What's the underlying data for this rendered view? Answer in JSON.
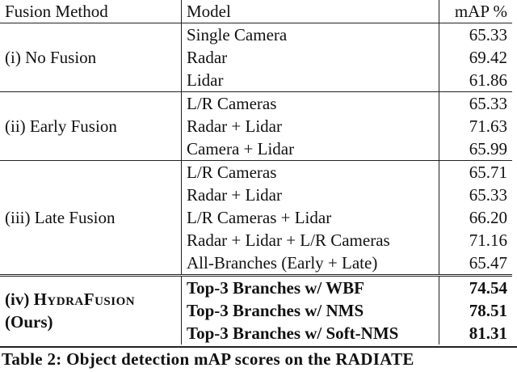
{
  "table": {
    "headers": {
      "fusion_method": "Fusion Method",
      "model": "Model",
      "map": "mAP %"
    },
    "groups": [
      {
        "label": "(i) No Fusion",
        "rows": [
          {
            "model": "Single Camera",
            "map": "65.33"
          },
          {
            "model": "Radar",
            "map": "69.42"
          },
          {
            "model": "Lidar",
            "map": "61.86"
          }
        ]
      },
      {
        "label": "(ii) Early Fusion",
        "rows": [
          {
            "model": "L/R Cameras",
            "map": "65.33"
          },
          {
            "model": "Radar + Lidar",
            "map": "71.63"
          },
          {
            "model": "Camera + Lidar",
            "map": "65.99"
          }
        ]
      },
      {
        "label": "(iii) Late Fusion",
        "rows": [
          {
            "model": "L/R Cameras",
            "map": "65.71"
          },
          {
            "model": "Radar + Lidar",
            "map": "65.33"
          },
          {
            "model": "L/R Cameras + Lidar",
            "map": "66.20"
          },
          {
            "model": "Radar + Lidar + L/R Cameras",
            "map": "71.16"
          },
          {
            "model": "All-Branches (Early + Late)",
            "map": "65.47"
          }
        ]
      },
      {
        "label_prefix": "(iv) ",
        "label_name": "HydraFusion",
        "label_suffix": "(Ours)",
        "rows": [
          {
            "model": "Top-3 Branches w/ WBF",
            "map": "74.54"
          },
          {
            "model": "Top-3 Branches w/ NMS",
            "map": "78.51"
          },
          {
            "model": "Top-3 Branches w/ Soft-NMS",
            "map": "81.31"
          }
        ]
      }
    ]
  },
  "caption": "Table 2: Object detection mAP scores on the RADIATE"
}
